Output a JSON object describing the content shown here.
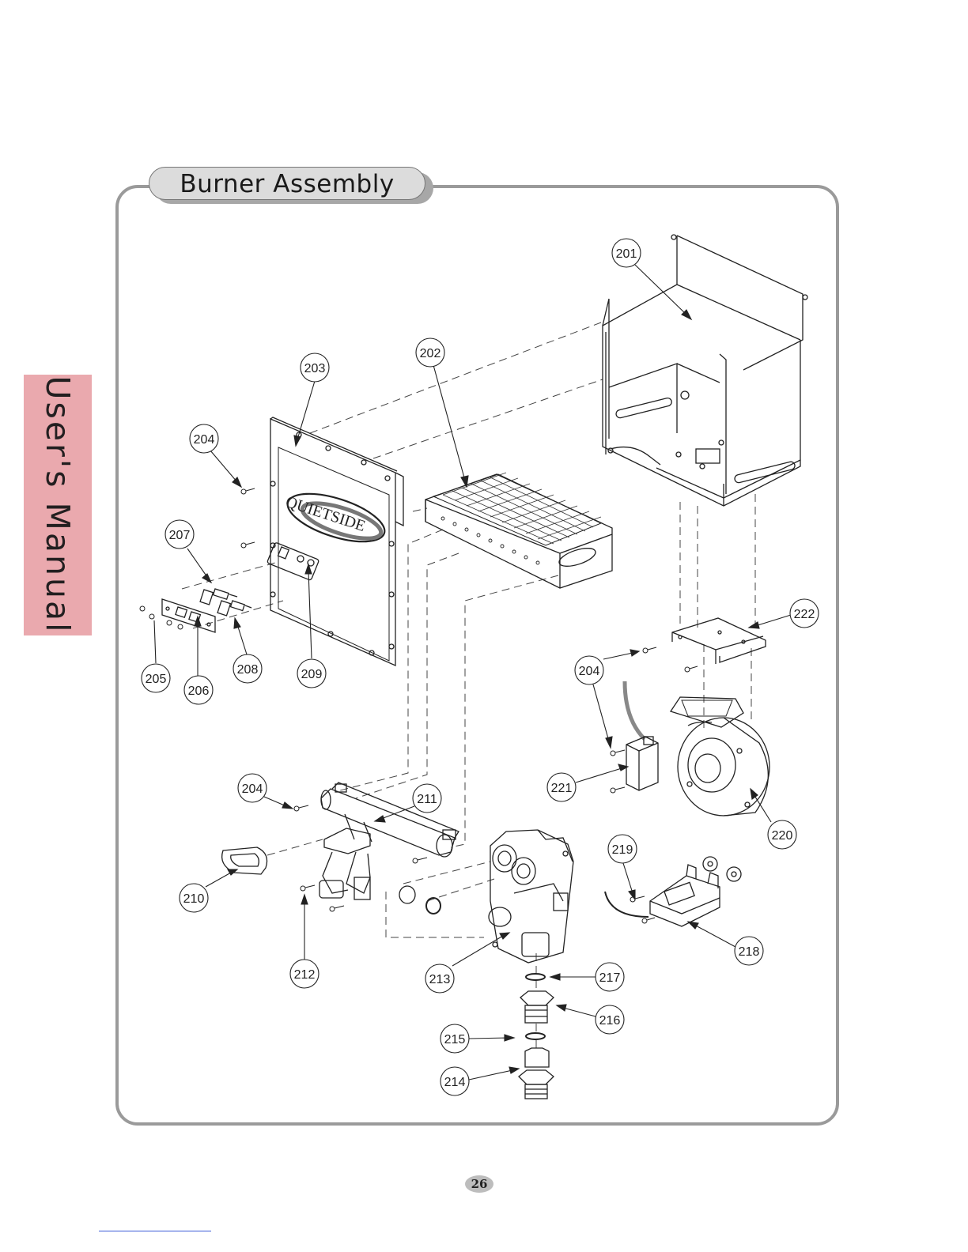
{
  "side_tab": {
    "label": "User's Manual"
  },
  "section": {
    "title": "Burner Assembly"
  },
  "diagram": {
    "logo_text": "QUIETSIDE",
    "callouts": [
      "201",
      "202",
      "203",
      "204",
      "205",
      "206",
      "207",
      "208",
      "209",
      "210",
      "211",
      "212",
      "213",
      "214",
      "215",
      "216",
      "217",
      "218",
      "219",
      "220",
      "221",
      "222"
    ]
  },
  "footer": {
    "page_number": "26"
  },
  "colors": {
    "side_tab": "#eaa9ae",
    "frame": "#9a9a9a",
    "title_pill": "#dcdcdc"
  }
}
